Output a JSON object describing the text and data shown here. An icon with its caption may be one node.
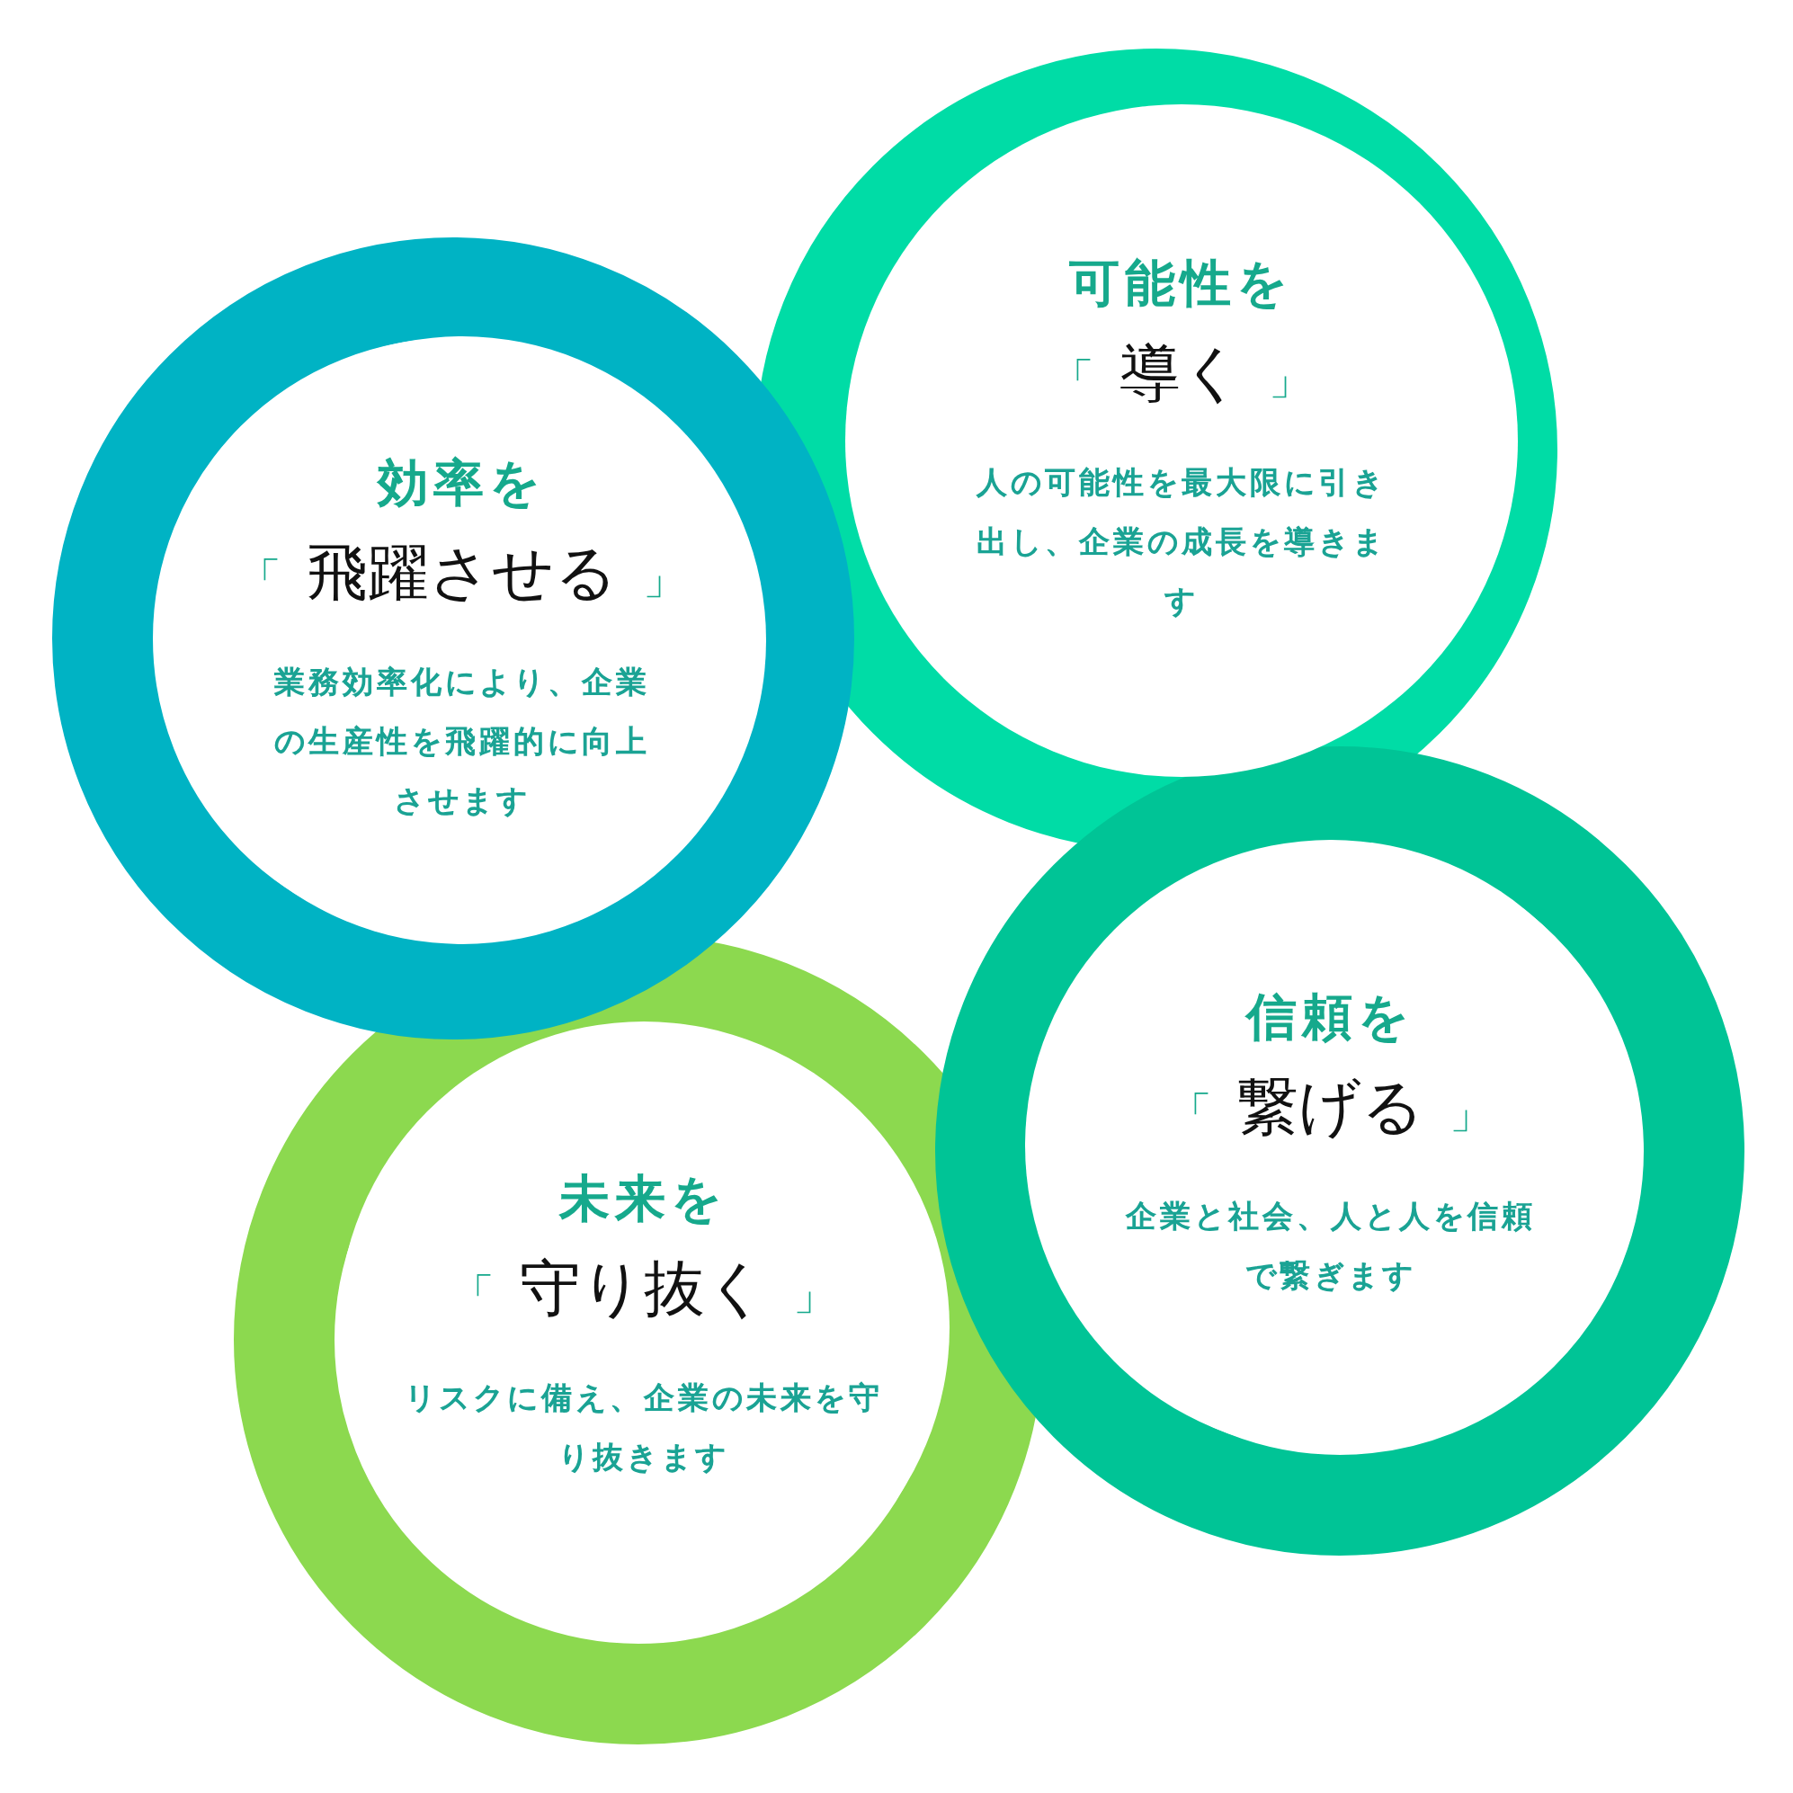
{
  "diagram": {
    "nodes": [
      {
        "text": [
          "可能性を",
          "「導く」",
          "人の可能性を最大限に引き出し、企業の成長を導きます"
        ]
      },
      {
        "text": [
          "効率を",
          "「飛躍させる」",
          "業務効率化により、企業の生産性を飛躍的に向上させます"
        ]
      },
      {
        "text": [
          "信頼を",
          "「繋げる」",
          "企業と社会、人と人を信頼で繋ぎます"
        ]
      },
      {
        "text": [
          "未来を",
          "「守り抜く」",
          "リスクに備え、企業の未来を守り抜きます"
        ]
      }
    ]
  }
}
